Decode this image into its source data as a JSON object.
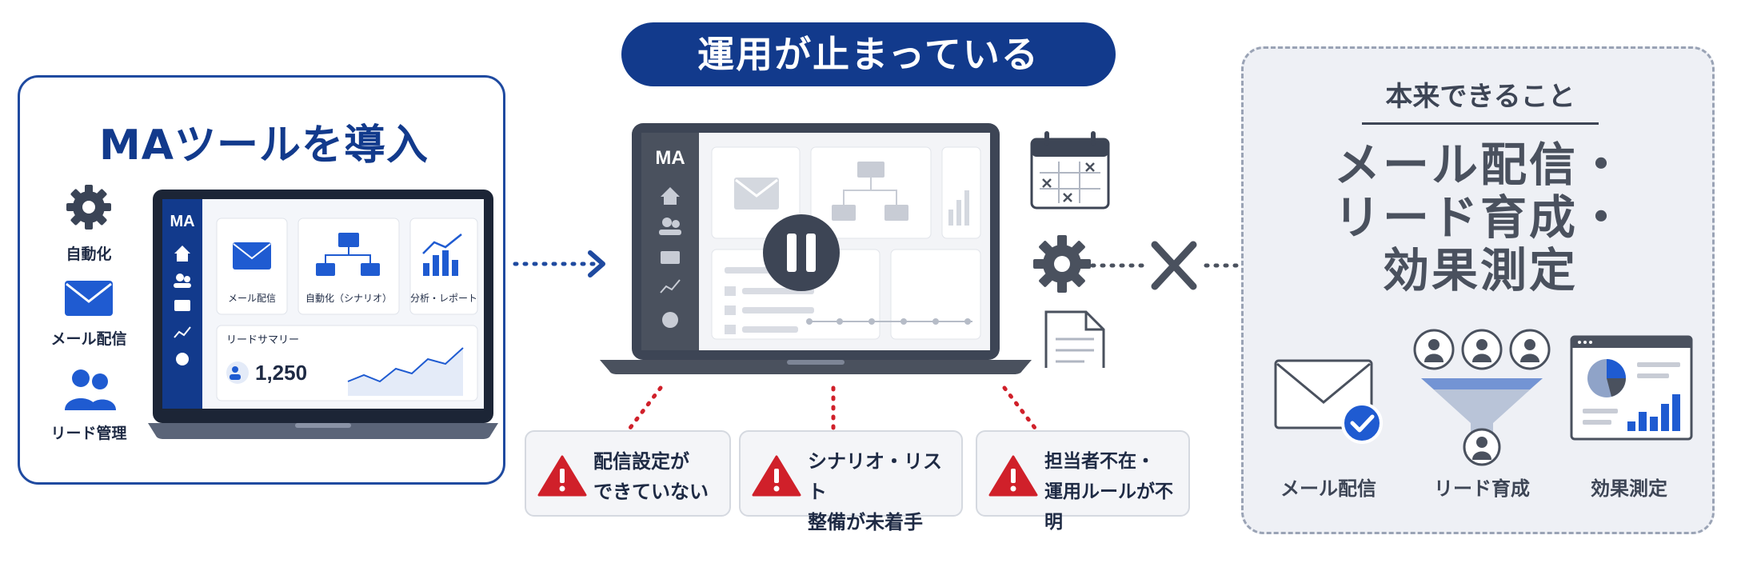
{
  "left": {
    "title": "MAツールを導入",
    "side": [
      "自動化",
      "メール配信",
      "リード管理"
    ],
    "laptop": {
      "brand": "MA",
      "cards": [
        "メール配信",
        "自動化（シナリオ）",
        "分析・レポート"
      ],
      "summary_label": "リードサマリー",
      "summary_value": "1,250"
    }
  },
  "middle": {
    "status": "運用が止まっている",
    "brand": "MA",
    "issues": [
      {
        "line1": "配信設定が",
        "line2": "できていない"
      },
      {
        "line1": "シナリオ・リスト",
        "line2": "整備が未着手"
      },
      {
        "line1": "担当者不在・",
        "line2": "運用ルールが不明"
      }
    ]
  },
  "right": {
    "subtitle": "本来できること",
    "title_lines": [
      "メール配信・",
      "リード育成・",
      "効果測定"
    ],
    "capabilities": [
      "メール配信",
      "リード育成",
      "効果測定"
    ]
  },
  "colors": {
    "brand": "#123a8c",
    "accent": "#1f5bd1",
    "warning": "#d0202a",
    "muted": "#4a515e"
  }
}
